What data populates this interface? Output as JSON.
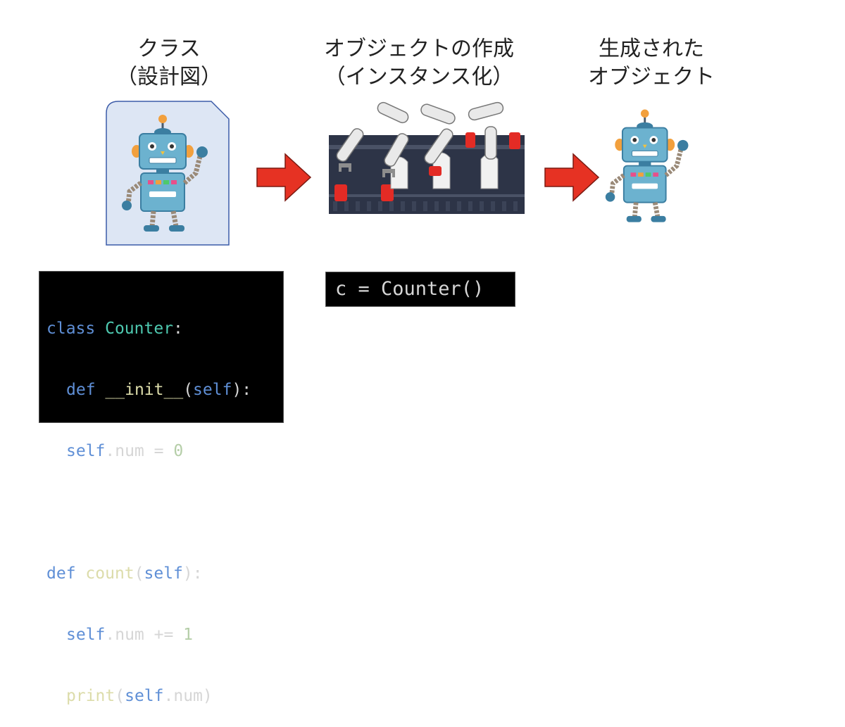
{
  "labels": {
    "class_line1": "クラス",
    "class_line2": "（設計図）",
    "create_line1": "オブジェクトの作成",
    "create_line2": "（インスタンス化）",
    "result_line1": "生成された",
    "result_line2": "オブジェクト"
  },
  "code_class": {
    "line1": {
      "kw": "class",
      "name": "Counter",
      "punct": ":"
    },
    "line2": {
      "kw": "def",
      "name": "__init__",
      "open": "(",
      "arg": "self",
      "close": "):"
    },
    "line3": {
      "obj": "self",
      "rest": ".num = ",
      "num": "0"
    },
    "line5": {
      "kw": "def",
      "name": "count",
      "open": "(",
      "arg": "self",
      "close": "):"
    },
    "line6": {
      "obj": "self",
      "rest": ".num += ",
      "num": "1"
    },
    "line7": {
      "name": "print",
      "open": "(",
      "arg": "self",
      "close": ".num)"
    }
  },
  "code_instance": "c = Counter()",
  "colors": {
    "arrow": "#e63223",
    "card_fill": "#dde6f4",
    "card_border": "#3b5ba8",
    "robot_body": "#6cb2cf",
    "robot_dark": "#3b7ea1",
    "belt": "#2d3447",
    "gripper_red": "#e32b25"
  },
  "icons": {
    "blueprint": "robot-icon",
    "factory": "robot-arm-factory-icon",
    "arrow": "arrow-right-icon"
  }
}
